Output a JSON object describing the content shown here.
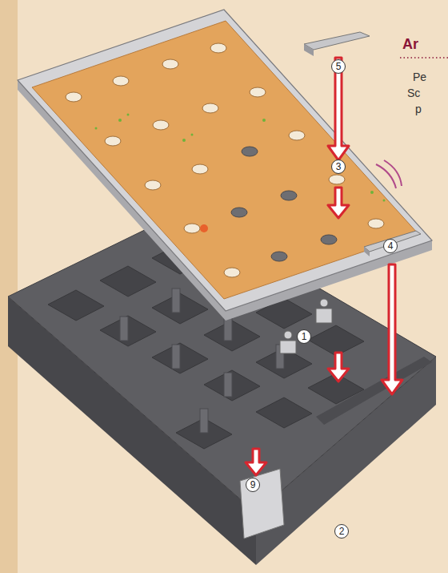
{
  "diagram": {
    "title": "Ar",
    "labels": [
      "5",
      "3",
      "4",
      "1",
      "9",
      "2",
      "Pe",
      "Sc",
      "p"
    ]
  }
}
